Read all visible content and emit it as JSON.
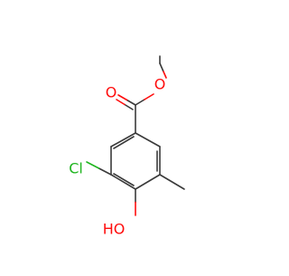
{
  "molecule": {
    "atoms": {
      "o_carbonyl": "O",
      "o_ester": "O",
      "cl": "Cl",
      "oh": "HO"
    },
    "colors": {
      "bond": "#3a3a3a",
      "oxygen": "#ff0d0d",
      "chlorine": "#1fb51f",
      "background": "#ffffff"
    }
  }
}
